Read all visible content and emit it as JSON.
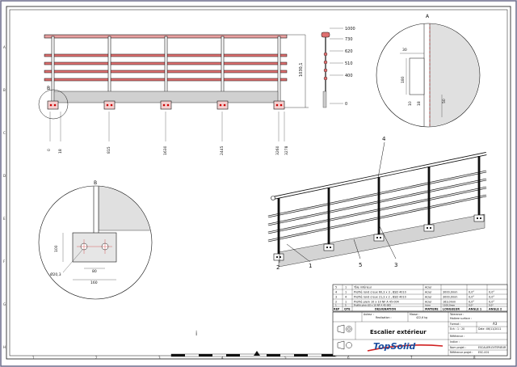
{
  "drawing": {
    "elevation": {
      "heights": [
        "1000",
        "730",
        "620",
        "510",
        "400",
        "0"
      ],
      "overall_height": "1030,1",
      "positions": [
        "0",
        "18",
        "815",
        "1630",
        "2445",
        "3260",
        "3278"
      ]
    },
    "detail_a": {
      "label": "A",
      "dims": [
        "30",
        "180",
        "10",
        "18",
        "50"
      ]
    },
    "detail_b": {
      "label": "B",
      "dims": [
        "100",
        "Ø20,3",
        "80",
        "160"
      ]
    },
    "view_b_marker": "B",
    "callouts": [
      "1",
      "2",
      "3",
      "4",
      "5"
    ],
    "row_letters": [
      "A",
      "B",
      "C",
      "D",
      "E",
      "F",
      "G",
      "H"
    ],
    "col_numbers": [
      "1",
      "2",
      "3",
      "4",
      "5",
      "6",
      "7",
      "8"
    ],
    "cursor_mark": "i"
  },
  "bom": {
    "rows": [
      {
        "rep": "5",
        "qte": "1",
        "designation": "Tôle inférieur",
        "matiere": "Acier",
        "longueur": "",
        "angle1": "",
        "angle2": ""
      },
      {
        "rep": "4",
        "qte": "1",
        "designation": "Profilé rond creux 60,3 x 3 , BSD 4010",
        "matiere": "Acier",
        "longueur": "3000,0mm",
        "angle1": "0,0°",
        "angle2": "0,0°"
      },
      {
        "rep": "3",
        "qte": "4",
        "designation": "Profilé rond creux 21,3 x 2 , BSD 4010",
        "matiere": "Acier",
        "longueur": "3000,0mm",
        "angle1": "0,0°",
        "angle2": "0,0°"
      },
      {
        "rep": "2",
        "qte": "1",
        "designation": "Profilé plein 10 x 10 NF A 45-004",
        "matiere": "Acier",
        "longueur": "163,0mm",
        "angle1": "0,0°",
        "angle2": "0,0°"
      },
      {
        "rep": "1",
        "qte": "5",
        "designation": "Profilé plein 60 x 10 NF A 45-005",
        "matiere": "Acier",
        "longueur": "1100,0mm",
        "angle1": "0,0°",
        "angle2": "0,0°"
      }
    ],
    "headers": {
      "rep": "REP",
      "qte": "QTE",
      "designation": "DESIGNATION",
      "matiere": "MATIERE",
      "longueur": "LONGUEUR",
      "angle1": "ANGLE 1",
      "angle2": "ANGLE 2"
    }
  },
  "title_block": {
    "auteur_label": "Auteur :",
    "auteur_value": "Realisation :",
    "masse_label": "Masse :",
    "masse_value": "422,6 kg",
    "tolerance_label": "Tolerance :",
    "echelle_label": "Matiere surface :",
    "format_label": "Format :",
    "format_value": "A3",
    "ech_label": "Ech :",
    "ech_value": "1 : 20",
    "date_label": "Date :",
    "date_value": "06/11/2011",
    "title": "Escalier extérieur",
    "reference_label": "Référence :",
    "indice_label": "Indice :",
    "nom_projet_label": "Nom projet :",
    "nom_projet_value": "ESCALIER-EXTERIEUR",
    "ref_projet_label": "Référence projet :",
    "ref_projet_value": "ESC-001",
    "brand": "TopSolid",
    "colors": {
      "brand_blue": "#1c4fa0",
      "brand_red": "#d02020"
    }
  }
}
